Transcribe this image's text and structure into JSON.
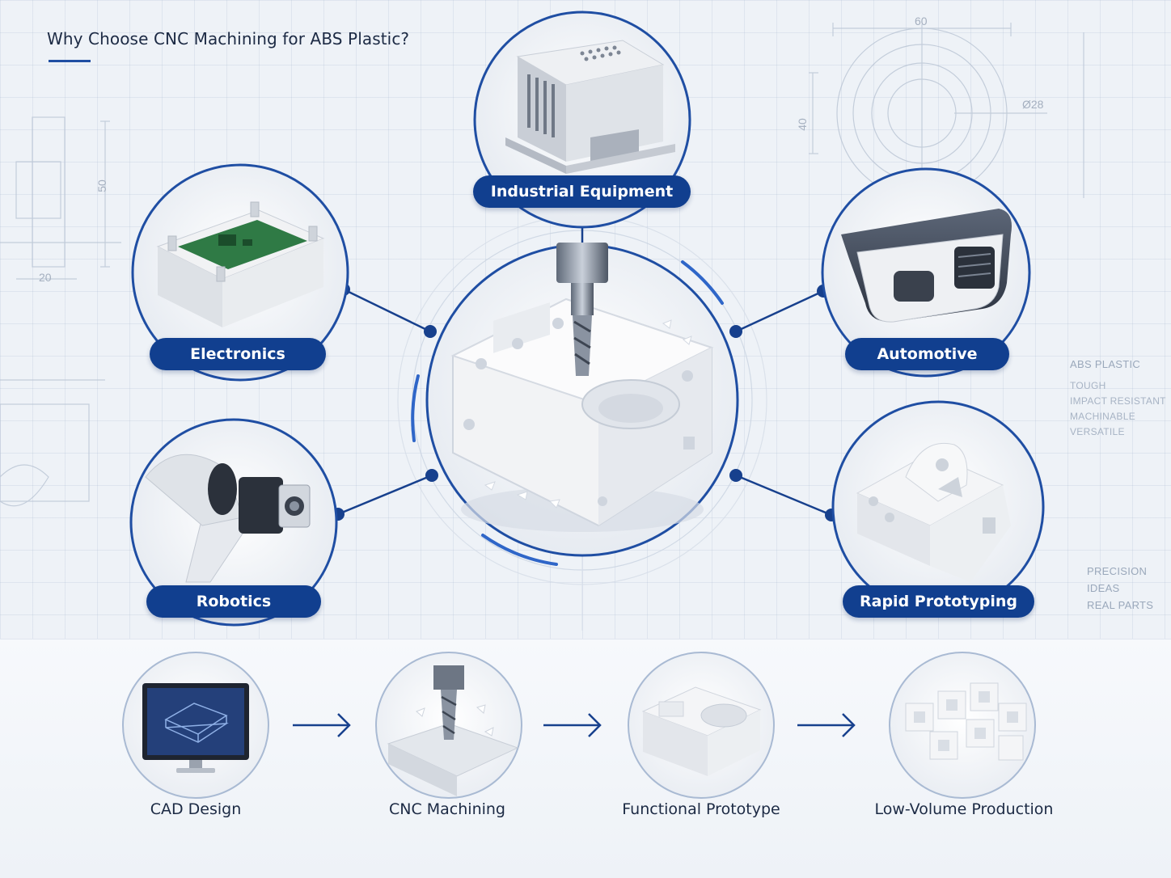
{
  "title": "Why Choose CNC Machining for ABS Plastic?",
  "applications": {
    "industrial": "Industrial Equipment",
    "electronics": "Electronics",
    "automotive": "Automotive",
    "robotics": "Robotics",
    "prototyping": "Rapid Prototyping"
  },
  "side_notes": {
    "heading": "ABS PLASTIC",
    "properties": [
      "TOUGH",
      "IMPACT RESISTANT",
      "MACHINABLE",
      "VERSATILE"
    ],
    "motto": [
      "PRECISION",
      "IDEAS",
      "REAL PARTS"
    ]
  },
  "dimensions": {
    "top_width": "60",
    "top_height": "40",
    "diameter": "Ø28",
    "left_height": "50",
    "left_width": "20"
  },
  "process_steps": [
    "CAD Design",
    "CNC Machining",
    "Functional Prototype",
    "Low-Volume Production"
  ],
  "colors": {
    "accent": "#113f8f",
    "line": "#1f4ea3",
    "background": "#eef2f7"
  }
}
